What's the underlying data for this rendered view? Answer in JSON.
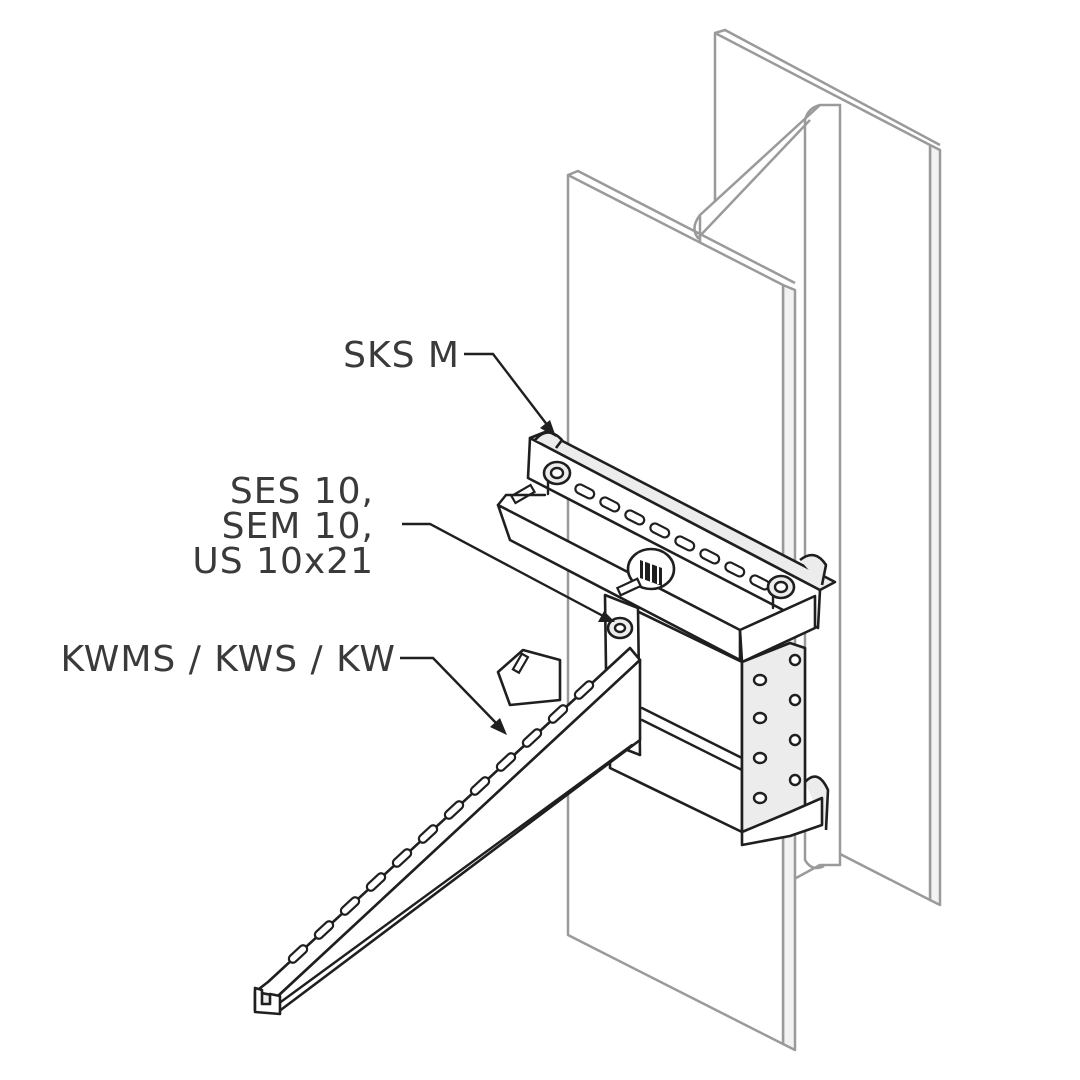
{
  "callouts": {
    "sks": {
      "line1": "SKS M"
    },
    "ses": {
      "line1": "SES 10,",
      "line2": "SEM 10,",
      "line3": "US 10x21"
    },
    "kwms": {
      "line1": "KWMS / KWS / KW"
    }
  },
  "colors": {
    "beam_stroke": "#9a9a9a",
    "part_stroke": "#1f1f1f",
    "label_text": "#3a3a3a",
    "background": "#ffffff"
  }
}
